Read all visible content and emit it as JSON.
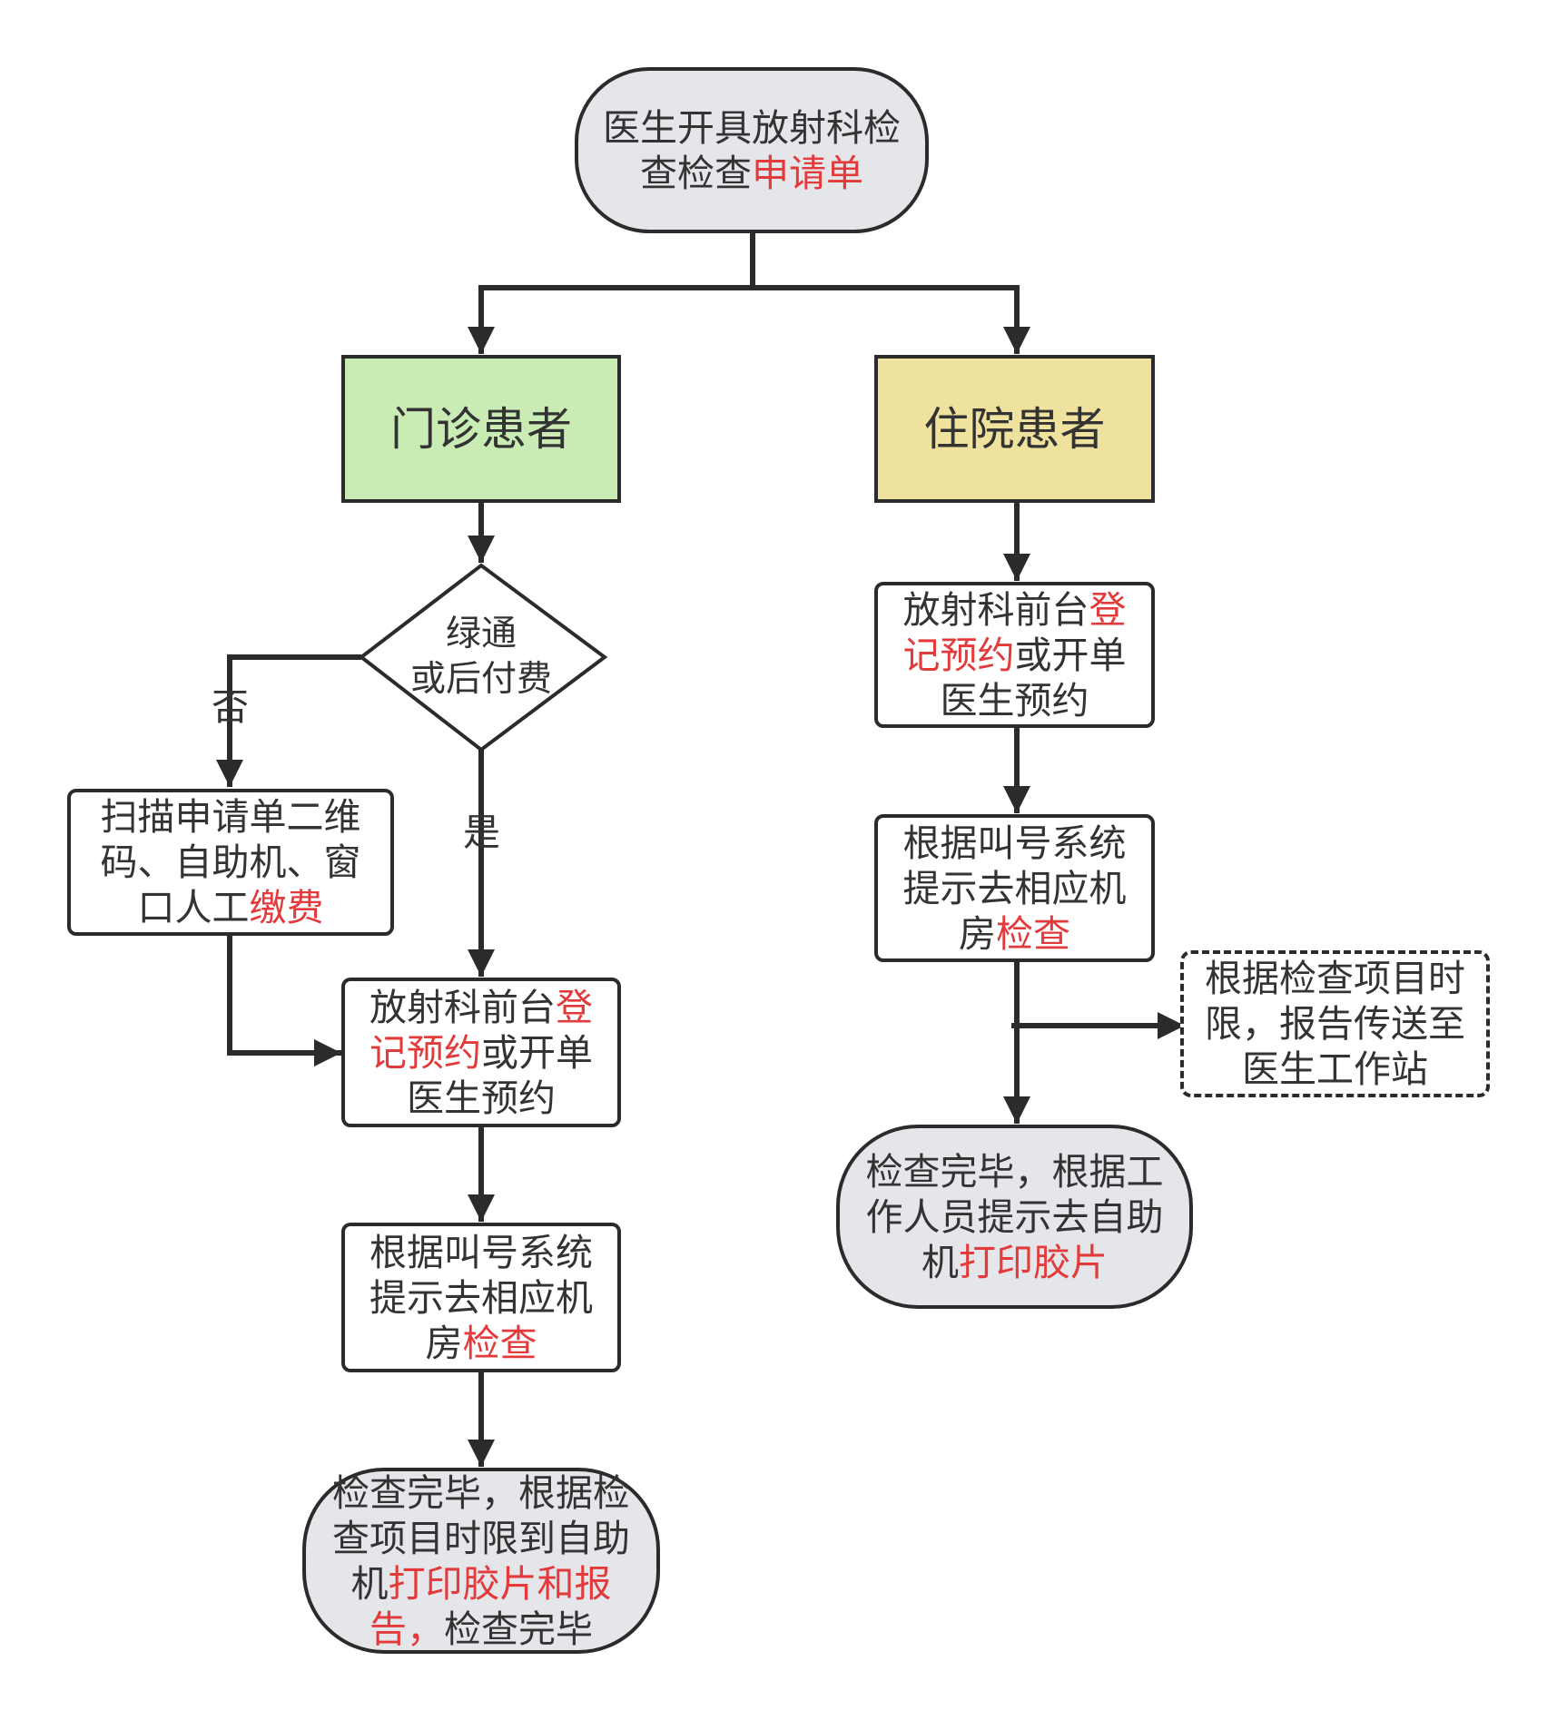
{
  "colors": {
    "stroke": "#2b2b2b",
    "terminal_fill": "#e4e6ea",
    "outpatient_fill": "#c9ebb4",
    "inpatient_fill": "#efe29f",
    "highlight_text": "#e33b3b"
  },
  "start": {
    "l1": "医生开具放射科检",
    "l2a": "查检查",
    "l2b": "申请单"
  },
  "outpatient": {
    "title": "门诊患者"
  },
  "inpatient": {
    "title": "住院患者"
  },
  "decision": {
    "l1": "绿通",
    "l2": "或后付费",
    "yes": "是",
    "no": "否"
  },
  "pay": {
    "l1": "扫描申请单二维",
    "l2": "码、自助机、窗",
    "l3a": "口人工",
    "l3b": "缴费"
  },
  "out_register": {
    "l1a": "放射科前台",
    "l1b": "登",
    "l2a": "记预约",
    "l2b": "或开单",
    "l3": "医生预约"
  },
  "out_exam": {
    "l1": "根据叫号系统",
    "l2": "提示去相应机",
    "l3a": "房",
    "l3b": "检查"
  },
  "out_end": {
    "l1": "检查完毕，根据检",
    "l2": "查项目时限到自助",
    "l3a": "机",
    "l3b": "打印胶片和报",
    "l4a": "告，",
    "l4b": "检查完毕"
  },
  "in_register": {
    "l1a": "放射科前台",
    "l1b": "登",
    "l2a": "记预约",
    "l2b": "或开单",
    "l3": "医生预约"
  },
  "in_exam": {
    "l1": "根据叫号系统",
    "l2": "提示去相应机",
    "l3a": "房",
    "l3b": "检查"
  },
  "report": {
    "l1": "根据检查项目时",
    "l2": "限，报告传送至",
    "l3": "医生工作站"
  },
  "in_end": {
    "l1": "检查完毕，根据工",
    "l2": "作人员提示去自助",
    "l3a": "机",
    "l3b": "打印胶片"
  }
}
